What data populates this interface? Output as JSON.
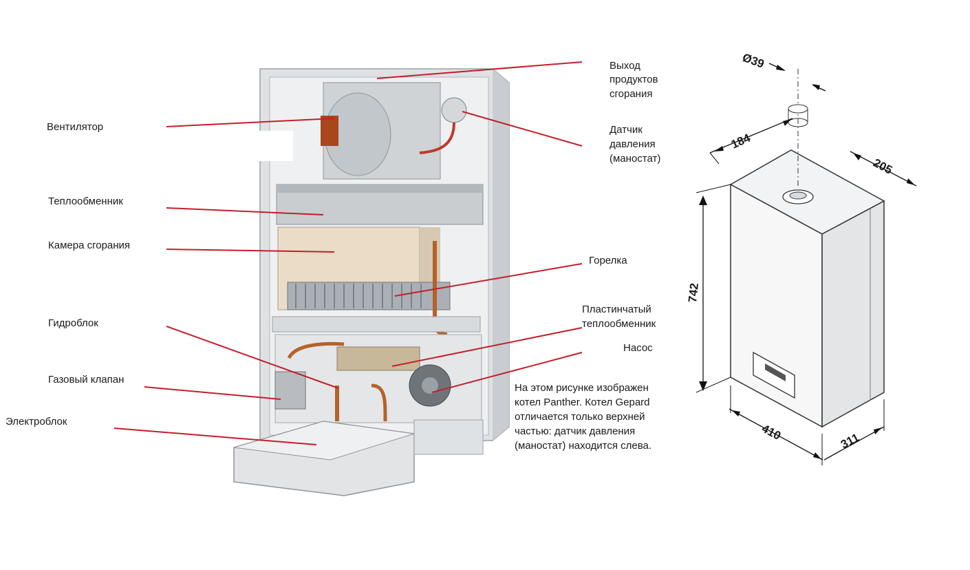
{
  "labels": {
    "ventilator": "Вентилятор",
    "heat_exchanger": "Теплообменник",
    "combustion_chamber": "Камера сгорания",
    "hydro_block": "Гидроблок",
    "gas_valve": "Газовый клапан",
    "electro_block": "Электроблок",
    "flue_outlet": [
      "Выход",
      "продуктов",
      "сгорания"
    ],
    "pressure_sensor": [
      "Датчик",
      "давления",
      "(маностат)"
    ],
    "burner": "Горелка",
    "plate_heat_exchanger": [
      "Пластинчатый",
      "теплообменник"
    ],
    "pump": "Насос"
  },
  "note_lines": [
    "На этом рисунке изображен",
    "котел Panther.  Котел Gepard",
    "отличается только верхней",
    "частью: датчик давления",
    "(маностат) находится слева."
  ],
  "dimensions": {
    "flue_diameter": "Ø39",
    "flue_offset": "184",
    "flue_side_offset": "205",
    "height": "742",
    "width": "410",
    "depth": "311"
  },
  "colors": {
    "leader_line": "#c41e2a",
    "casing": "#e9ebec",
    "copper": "#b5622a"
  }
}
